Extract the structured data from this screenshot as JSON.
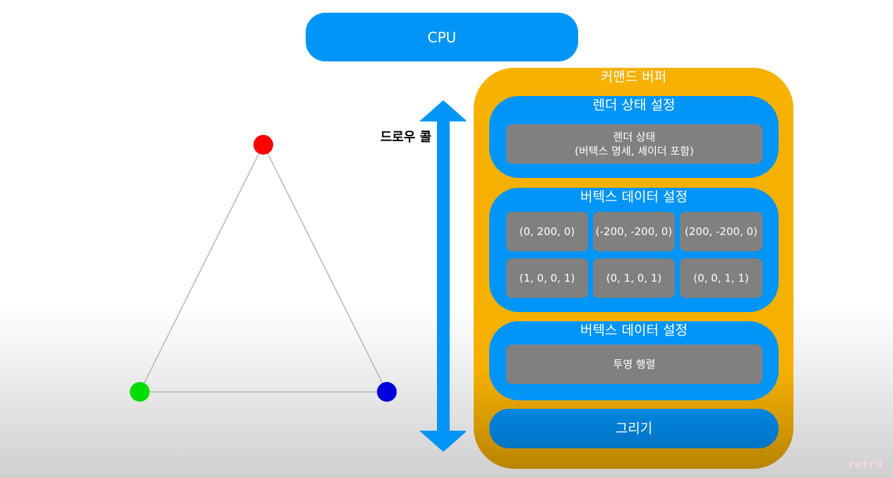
{
  "cpu": {
    "label": "CPU"
  },
  "draw_call": {
    "label": "드로우 콜"
  },
  "command_buffer": {
    "title": "커맨드 버퍼",
    "render_state_section": {
      "title": "렌더 상태 설정",
      "box_line1": "렌더 상태",
      "box_line2": "(버텍스 명세, 셰이더 포함)"
    },
    "vertex_data_section": {
      "title": "버텍스 데이터 설정",
      "positions": [
        "(0, 200, 0)",
        "(-200, -200, 0)",
        "(200, -200, 0)"
      ],
      "colors": [
        "(1, 0, 0, 1)",
        "(0, 1, 0, 1)",
        "(0, 0, 1, 1)"
      ]
    },
    "projection_section": {
      "title": "버텍스 데이터 설정",
      "box": "투영 행렬"
    },
    "draw_section": {
      "title": "그리기"
    }
  },
  "triangle": {
    "vertex_colors": [
      "#ff0000",
      "#00dd00",
      "#0000dd"
    ],
    "edge_color": "#9a9a9a"
  },
  "watermark": "retr0",
  "colors": {
    "blue": "#0095f6",
    "orange": "#f7b100",
    "gray_box": "#808080"
  }
}
